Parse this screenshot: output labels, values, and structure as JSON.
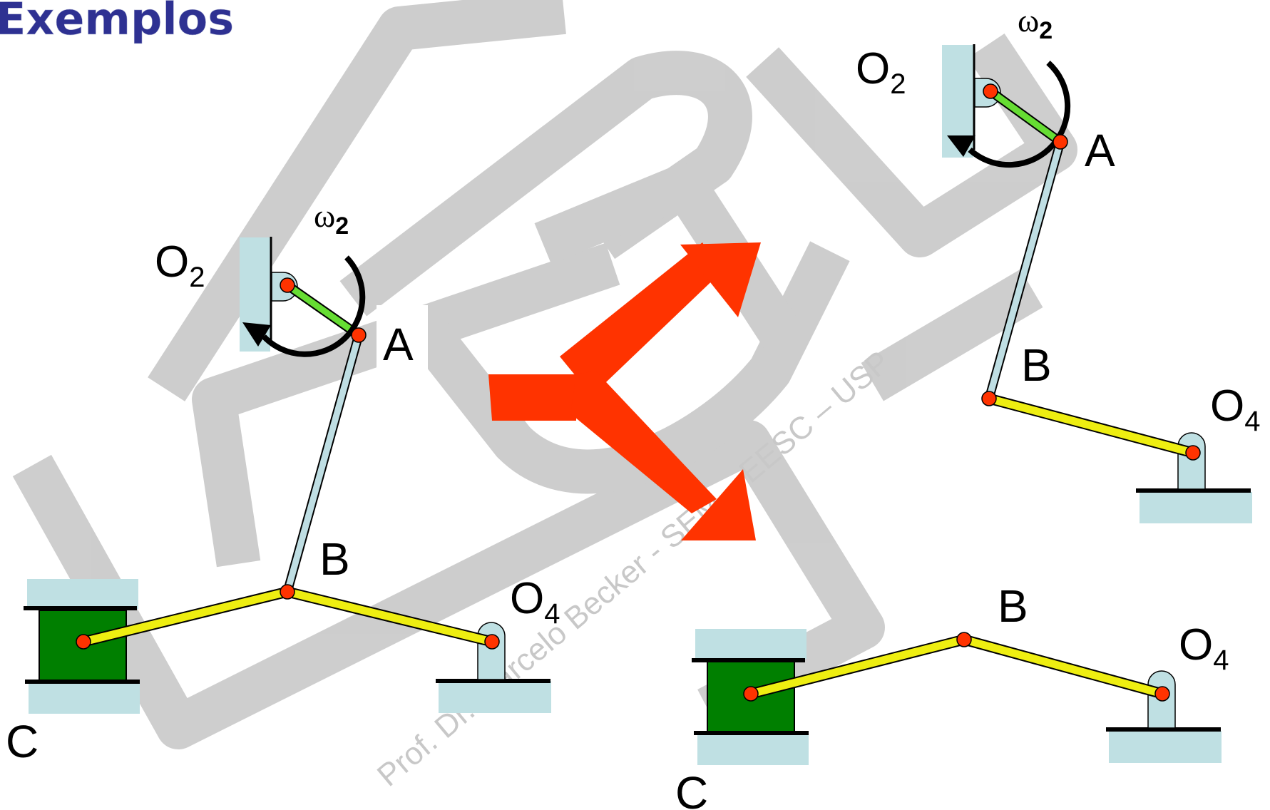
{
  "title": "Exemplos",
  "watermark": "Prof. Dr. Marcelo Becker - SEM – EESC – USP",
  "left_mechanism": {
    "o2": "O",
    "o2_sub": "2",
    "a": "A",
    "b": "B",
    "c": "C",
    "o4": "O",
    "o4_sub": "4",
    "omega": "ω",
    "omega_sub": "2"
  },
  "right_top_mechanism": {
    "o2": "O",
    "o2_sub": "2",
    "a": "A",
    "b": "B",
    "o4": "O",
    "o4_sub": "4",
    "omega": "ω",
    "omega_sub": "2"
  },
  "right_bottom_mechanism": {
    "b": "B",
    "c": "C",
    "o4": "O",
    "o4_sub": "4"
  },
  "colors": {
    "title": "#2E3192",
    "arrow": "#FF3300",
    "joint": "#FF3300",
    "crank": "#66DD33",
    "coupler": "#BFDEE3",
    "rocker": "#EEEE11",
    "slider": "#007F00",
    "ground": "#BFE0E3",
    "watermark": "#C8C8C8"
  }
}
